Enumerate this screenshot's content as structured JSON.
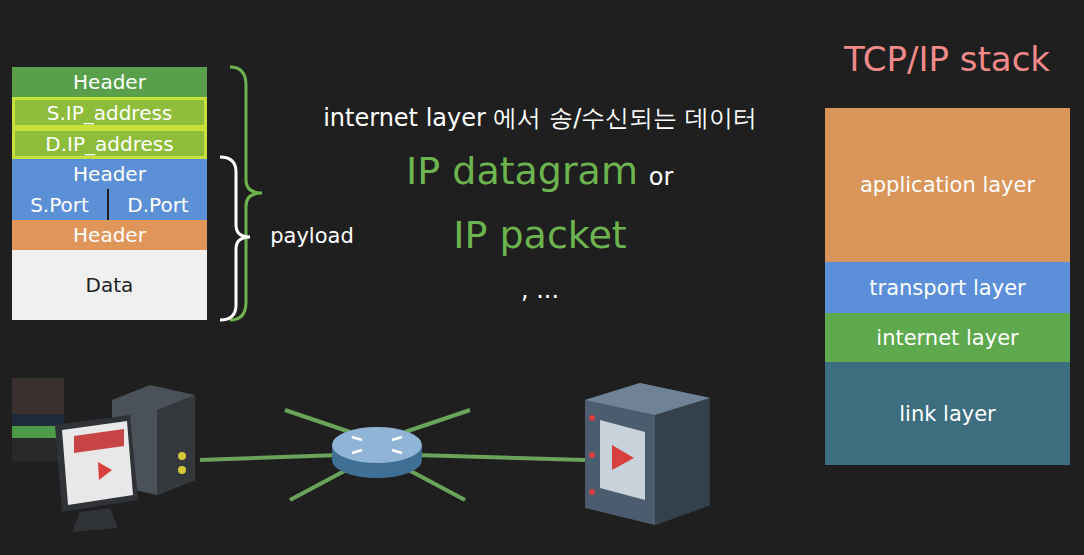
{
  "diagram": {
    "title": "TCP/IP stack",
    "nodes": [
      {
        "text": [
          "Header"
        ]
      },
      {
        "text": [
          "S.IP_address"
        ]
      },
      {
        "text": [
          "D.IP_address"
        ]
      },
      {
        "text": [
          "Header"
        ]
      },
      {
        "text": [
          "S.Port"
        ]
      },
      {
        "text": [
          "D.Port"
        ]
      },
      {
        "text": [
          "Header"
        ]
      },
      {
        "text": [
          "Data"
        ]
      },
      {
        "text": [
          "application layer"
        ]
      },
      {
        "text": [
          "transport layer"
        ]
      },
      {
        "text": [
          "internet layer"
        ]
      },
      {
        "text": [
          "link layer"
        ]
      }
    ],
    "labels": [
      "internet layer 에서 송/수신되는 데이터",
      "IP datagram",
      "or",
      "IP packet",
      ", ...",
      "payload"
    ]
  }
}
